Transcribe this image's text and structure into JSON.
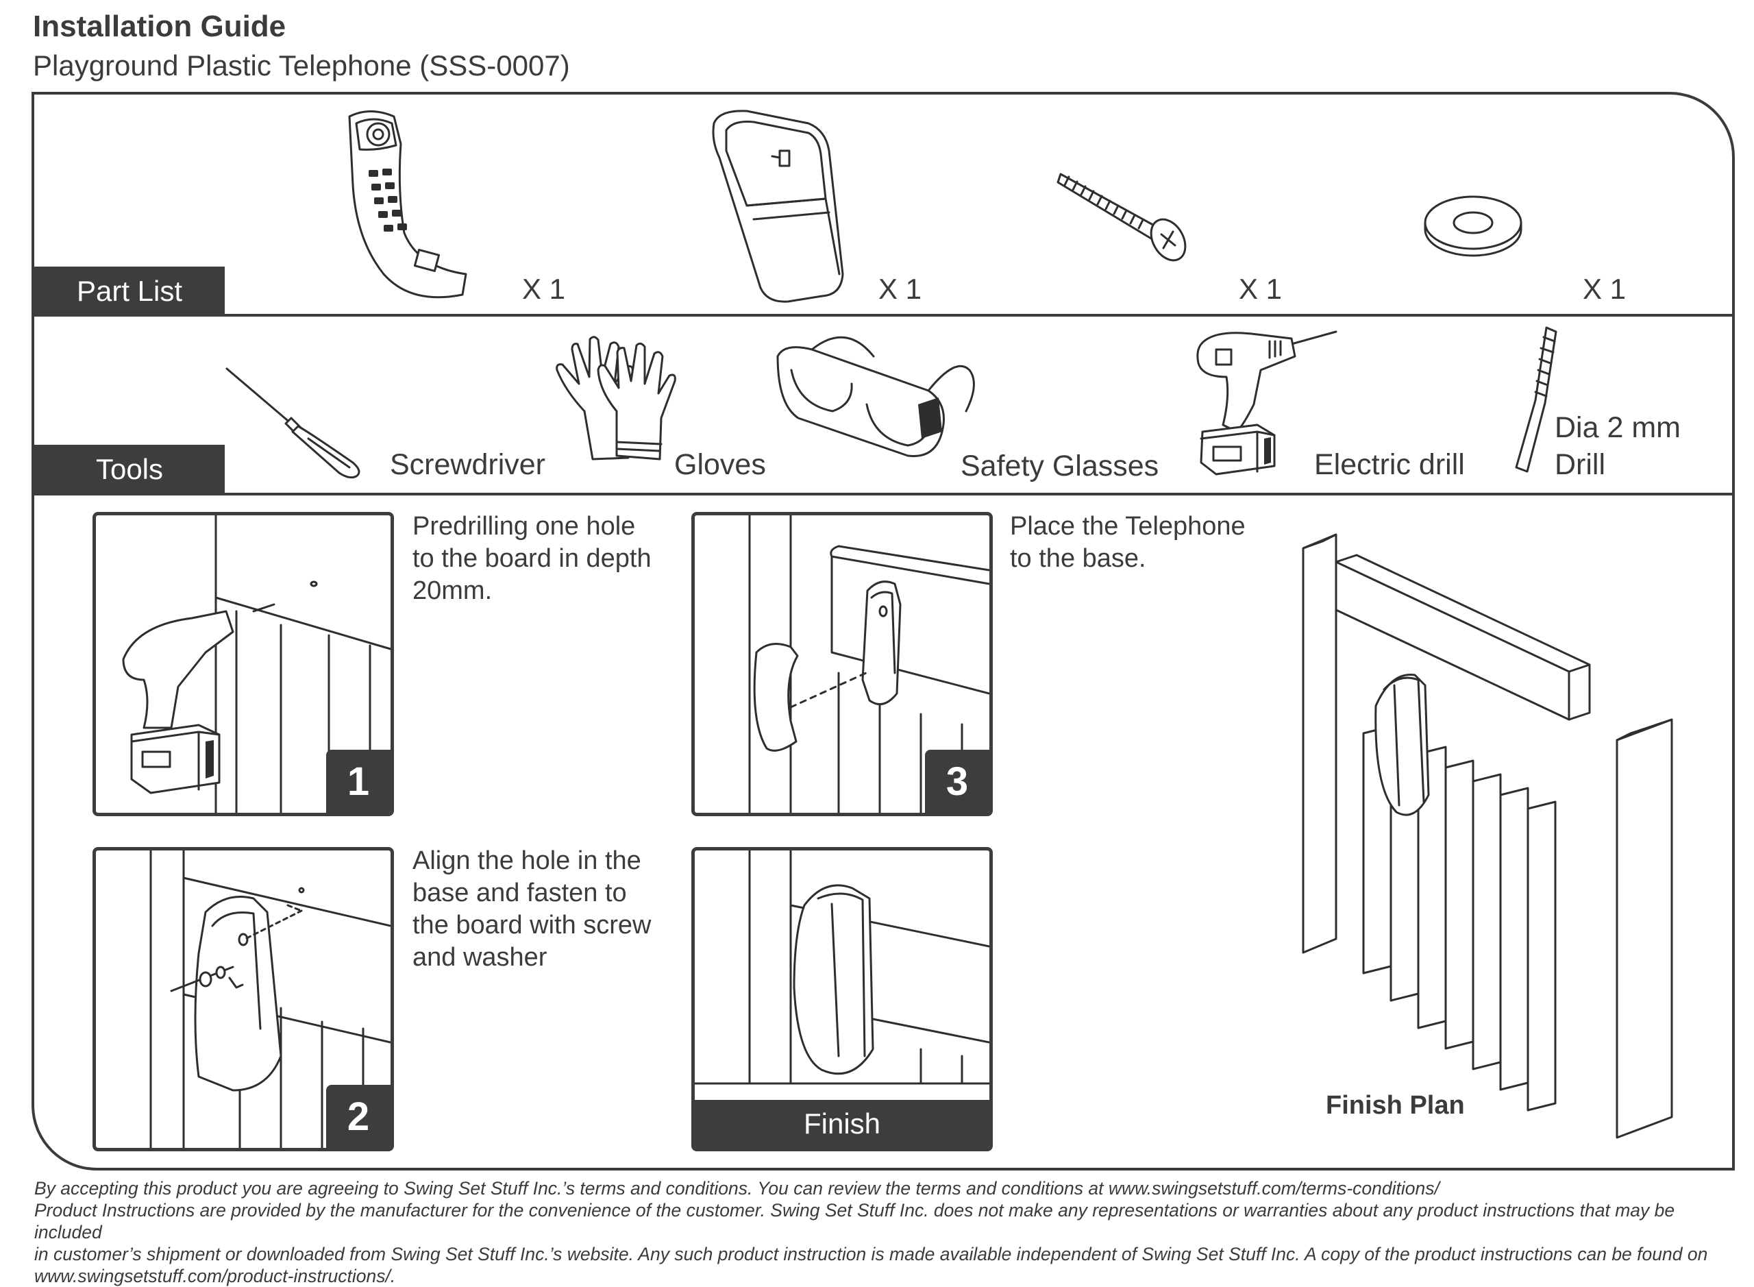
{
  "header": {
    "title": "Installation Guide",
    "subtitle": "Playground Plastic Telephone (SSS-0007)"
  },
  "parts": {
    "label": "Part List",
    "items": [
      {
        "icon": "telephone-handset-icon",
        "qty": "X 1"
      },
      {
        "icon": "telephone-base-icon",
        "qty": "X 1"
      },
      {
        "icon": "screw-icon",
        "qty": "X 1"
      },
      {
        "icon": "washer-icon",
        "qty": "X 1"
      }
    ]
  },
  "tools": {
    "label": "Tools",
    "items": [
      {
        "icon": "screwdriver-icon",
        "label": "Screwdriver"
      },
      {
        "icon": "gloves-icon",
        "label": "Gloves"
      },
      {
        "icon": "safety-glasses-icon",
        "label": "Safety Glasses"
      },
      {
        "icon": "electric-drill-icon",
        "label": "Electric drill"
      },
      {
        "icon": "drill-bit-icon",
        "label_line1": "Dia 2 mm",
        "label_line2": "Drill"
      }
    ]
  },
  "steps": [
    {
      "number": "1",
      "text": [
        "Predrilling one hole",
        "to the board in depth",
        "20mm."
      ]
    },
    {
      "number": "2",
      "text": [
        "Align the hole in the",
        "base and fasten to",
        "the board with screw",
        "and washer"
      ]
    },
    {
      "number": "3",
      "text": [
        "Place the Telephone",
        "to the base."
      ]
    },
    {
      "number": "Finish",
      "text": []
    }
  ],
  "finish_plan": {
    "label": "Finish Plan"
  },
  "footer": {
    "lines": [
      "By accepting this product you are agreeing to Swing Set Stuff Inc.’s terms and conditions. You can review the terms and conditions at www.swingsetstuff.com/terms-conditions/",
      "Product Instructions are provided by the manufacturer for the convenience of the customer. Swing Set Stuff Inc. does not make any representations or warranties about any product instructions that may be included",
      "in customer’s shipment or downloaded from Swing Set Stuff Inc.’s website. Any such product instruction is made available independent of Swing Set Stuff Inc.  A copy of the product instructions can be found on",
      "www.swingsetstuff.com/product-instructions/."
    ]
  }
}
